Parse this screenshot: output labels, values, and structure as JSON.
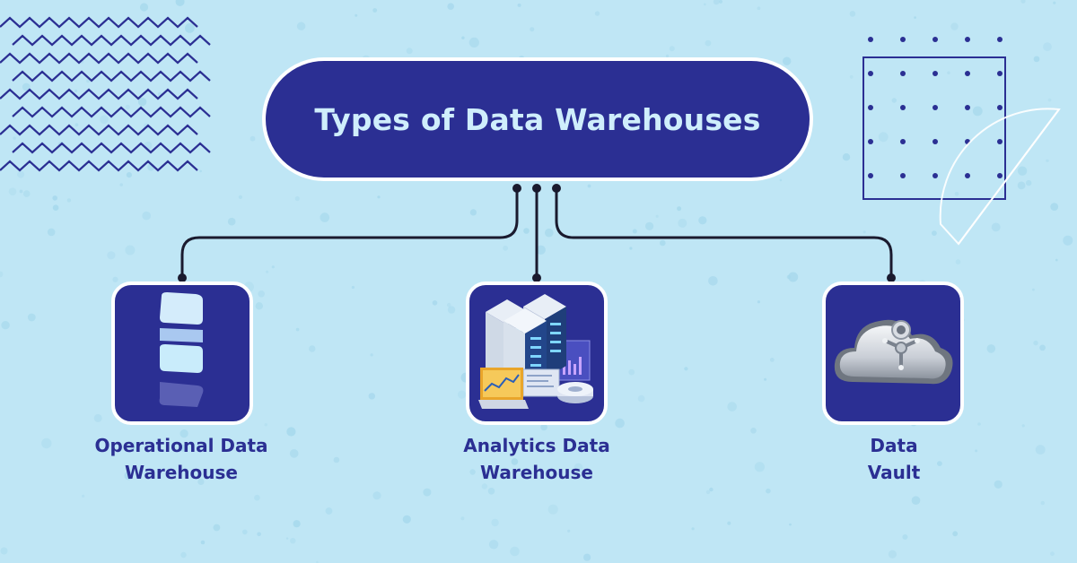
{
  "title": "Types of Data Warehouses",
  "items": [
    {
      "line1": "Operational Data",
      "line2": "Warehouse",
      "icon": "stacked-layers-icon"
    },
    {
      "line1": "Analytics Data",
      "line2": "Warehouse",
      "icon": "server-analytics-icon"
    },
    {
      "line1": "Data",
      "line2": "Vault",
      "icon": "cloud-vault-icon"
    }
  ],
  "colors": {
    "background": "#bfe6f5",
    "navy": "#2b2f93",
    "title_text": "#cfeefc",
    "border": "#ffffff",
    "connector": "#1a1a2e"
  }
}
